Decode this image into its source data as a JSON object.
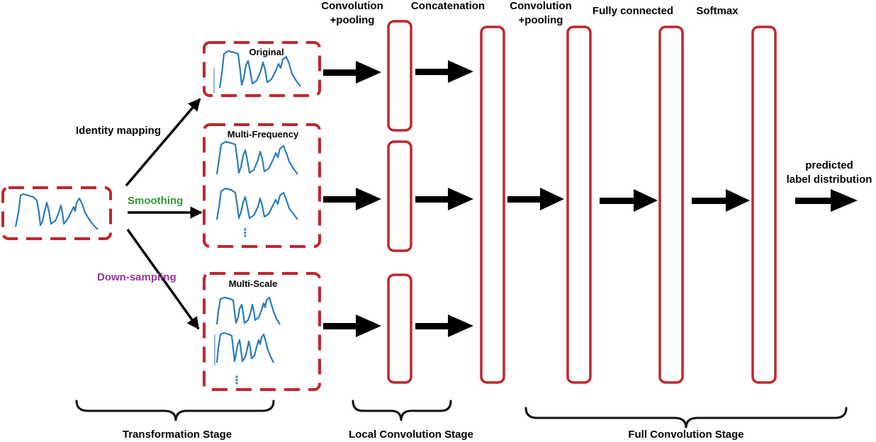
{
  "header": {
    "conv_pool_1a": "Convolution",
    "conv_pool_1b": "+pooling",
    "concatenation": "Concatenation",
    "conv_pool_2a": "Convolution",
    "conv_pool_2b": "+pooling",
    "fully_connected": "Fully connected",
    "softmax": "Softmax"
  },
  "transforms": {
    "identity": "Identity mapping",
    "smoothing": "Smoothing",
    "downsampling": "Down-sampling"
  },
  "boxes": {
    "original": "Original",
    "multi_frequency": "Multi-Frequency",
    "multi_scale": "Multi-Scale"
  },
  "output": {
    "line1": "predicted",
    "line2": "label distribution"
  },
  "stages": {
    "transformation": "Transformation Stage",
    "local": "Local Convolution Stage",
    "full": "Full Convolution Stage"
  },
  "colors": {
    "border": "#c0262d",
    "signal": "#2b7bb9",
    "smoothing": "#2e9a2e",
    "downsampling": "#8e3a99",
    "arrow": "#000000"
  }
}
